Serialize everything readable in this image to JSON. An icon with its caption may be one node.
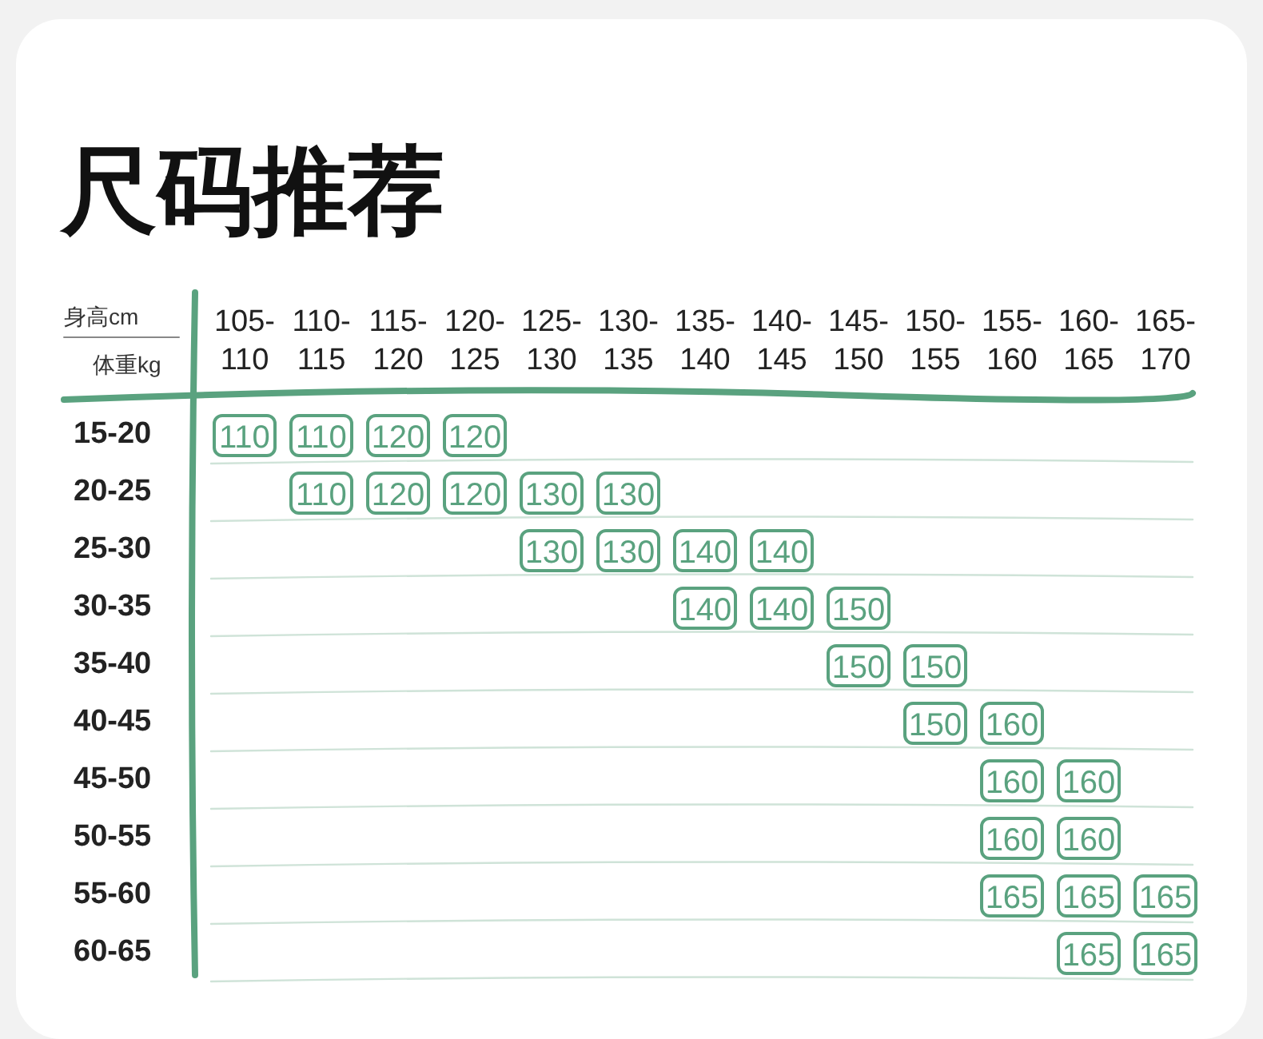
{
  "diagram": {
    "title": "尺码推荐",
    "labels": [
      "身高cm",
      "体重kg",
      "105-110",
      "110-115",
      "115-120",
      "120-125",
      "125-130",
      "130-135",
      "135-140",
      "140-145",
      "145-150",
      "150-155",
      "155-160",
      "160-165",
      "165-170",
      "15-20",
      "110",
      "110",
      "120",
      "120",
      "20-25",
      "110",
      "120",
      "120",
      "130",
      "130",
      "25-30",
      "130",
      "130",
      "140",
      "140",
      "30-35",
      "140",
      "140",
      "150",
      "35-40",
      "150",
      "150",
      "40-45",
      "150",
      "160",
      "45-50",
      "160",
      "160",
      "50-55",
      "160",
      "160",
      "55-60",
      "165",
      "165",
      "165",
      "60-65",
      "165",
      "165"
    ]
  }
}
